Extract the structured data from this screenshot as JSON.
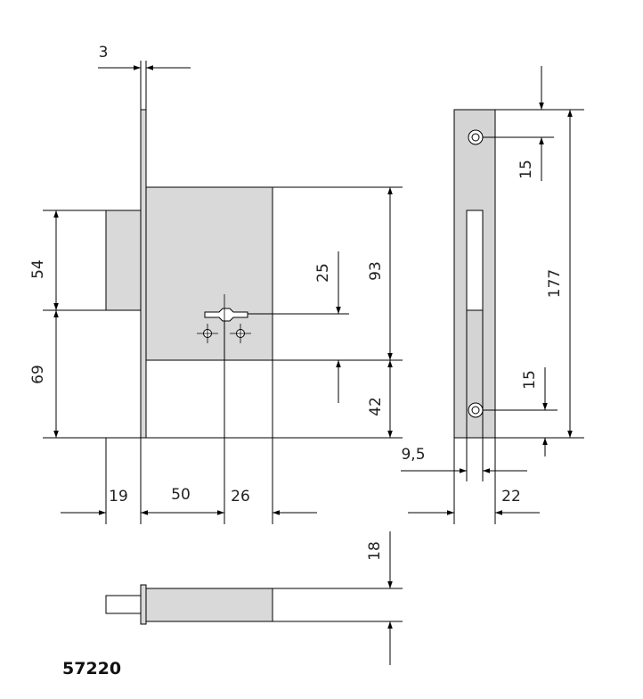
{
  "dimensions": {
    "faceplate_thickness": "3",
    "bolt_height": "54",
    "lower_height": "69",
    "case_height": "93",
    "follower_offset": "25",
    "lower_case": "42",
    "bolt_projection": "19",
    "backset": "50",
    "key_offset": "26",
    "strike_top": "15",
    "strike_bottom": "15",
    "strike_length": "177",
    "strike_slot_offset": "9,5",
    "strike_width": "22",
    "bolt_thickness": "18"
  },
  "model_number": "57220"
}
